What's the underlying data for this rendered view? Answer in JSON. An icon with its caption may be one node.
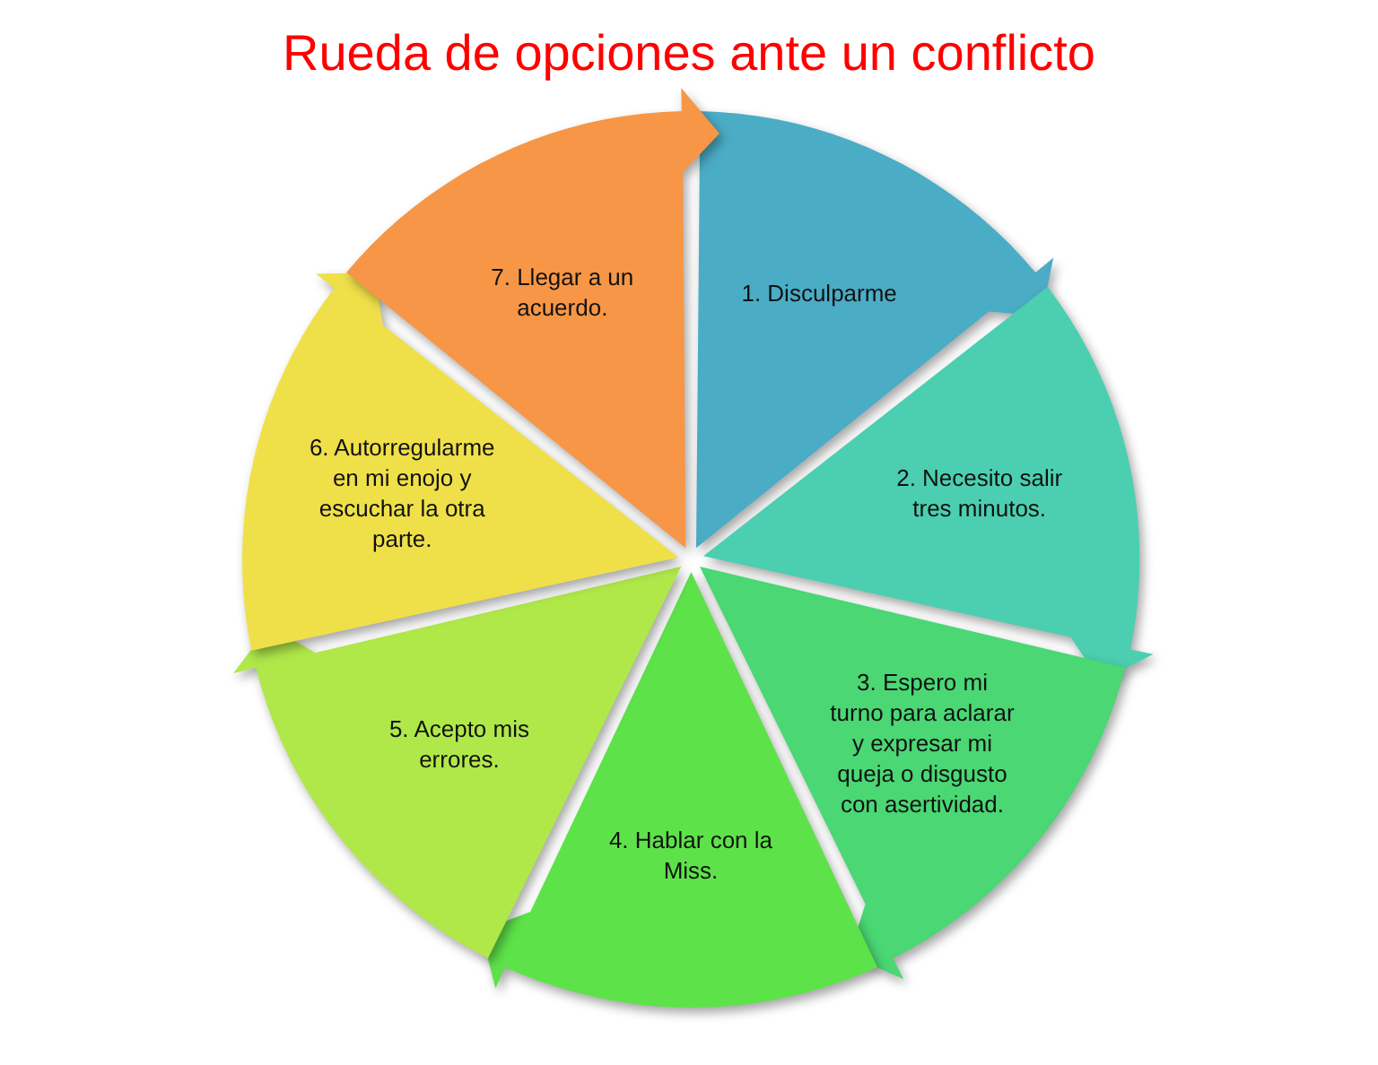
{
  "diagram": {
    "title": "Rueda de opciones ante un conflicto",
    "nodes": [
      {
        "text": [
          "1. Disculparme"
        ]
      },
      {
        "text": [
          "2. Necesito salir tres minutos."
        ]
      },
      {
        "text": [
          "3. Espero mi turno para aclarar y expresar mi queja o disgusto con asertividad."
        ]
      },
      {
        "text": [
          "4. Hablar con la Miss."
        ]
      },
      {
        "text": [
          "5. Acepto mis errores."
        ]
      },
      {
        "text": [
          "6. Autorregularme en mi enojo y escuchar la otra parte."
        ]
      },
      {
        "text": [
          "7. Llegar a un acuerdo."
        ]
      }
    ]
  }
}
